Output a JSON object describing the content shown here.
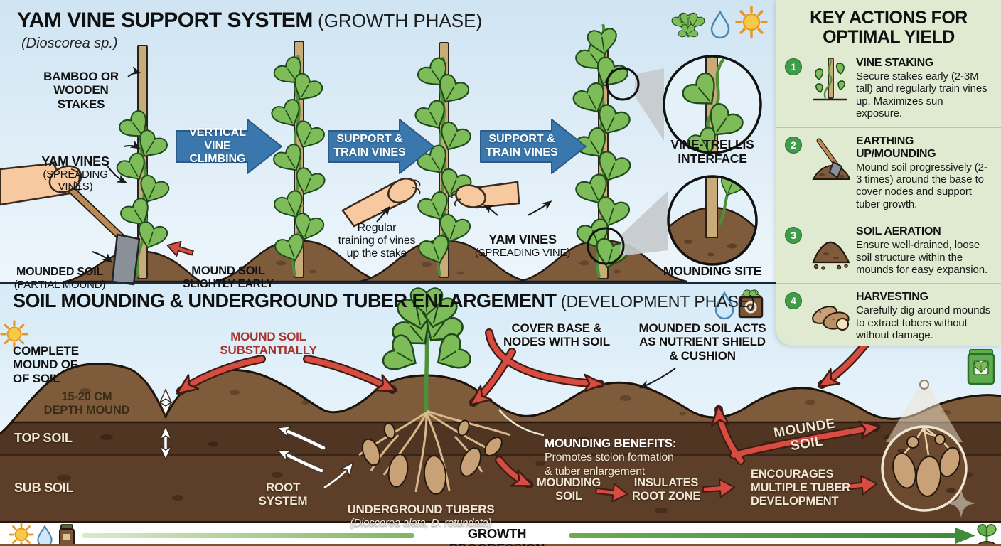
{
  "top": {
    "title": "YAM VINE SUPPORT SYSTEM",
    "phase": " (GROWTH PHASE)",
    "species": "(Dioscorea sp.)",
    "stakes_label": "BAMBOO OR\nWOODEN STAKES",
    "vines_label": "YAM VINES",
    "vines_sub": "(SPREADING VINES)",
    "mounded_soil": "MOUNDED SOIL",
    "mounded_soil_sub": "(PARTIAL MOUND)",
    "mound_early": "MOUND SOIL",
    "mound_early2": "SLIGHTLY EARLY",
    "arrow1": "VERTICAL VINE\nCLIMBING",
    "arrow2": "SUPPORT &\nTRAIN VINES",
    "arrow3": "SUPPORT &\nTRAIN VINES",
    "training_note": "Regular\ntraining of vines\nup the stake",
    "vines2_label": "YAM VINES",
    "vines2_sub": "(SPREADING VINE)",
    "trellis_label": "VINE-TRELLIS\nINTERFACE",
    "mounding_site": "MOUNDING SITE"
  },
  "sidebar": {
    "title": "KEY ACTIONS FOR\nOPTIMAL YIELD",
    "items": [
      {
        "num": "1",
        "heading": "VINE STAKING",
        "body": "Secure stakes early (2-3M tall) and regularly train vines up. Maximizes sun exposure.",
        "icon": "stake-vine-icon"
      },
      {
        "num": "2",
        "heading": "EARTHING UP/MOUNDING",
        "body": "Mound soil progressively (2-3 times) around the base to cover nodes and support tuber growth.",
        "icon": "hoe-mound-icon"
      },
      {
        "num": "3",
        "heading": "SOIL AERATION",
        "body": "Ensure well-drained, loose soil structure within the mounds for easy expansion.",
        "icon": "soil-pile-icon"
      },
      {
        "num": "4",
        "heading": "HARVESTING",
        "body": "Carefully dig around mounds to extract tubers without without damage.",
        "icon": "tubers-icon"
      }
    ]
  },
  "bottom": {
    "title": "SOIL MOUNDING & UNDERGROUND TUBER ENLARGEMENT",
    "phase": " (DEVELOPMENT PHASE)",
    "complete_mound": "COMPLETE\nMOUND OF\nOF SOIL",
    "depth": "15-20 CM\nDEPTH MOUND",
    "top_soil": "TOP SOIL",
    "sub_soil": "SUB SOIL",
    "mound_substantially": "MOUND SOIL\nSUBSTANTIALLY",
    "cover_base": "COVER BASE &\nNODES WITH SOIL",
    "nutrient_shield": "MOUNDED SOIL ACTS\nAS NUTRIENT SHIELD\n& CUSHION",
    "benefits_title": "MOUNDING BENEFITS:",
    "benefits_body": "Promotes stolon formation\n& tuber enlargement",
    "root_system": "ROOT SYSTEM",
    "tubers": "UNDERGROUND TUBERS",
    "tubers_sub": "(Dioscorea alata, D. rotundata)",
    "mounding_soil": "MOUNDING\nSOIL",
    "insulates": "INSULATES\nROOT ZONE",
    "encourages": "ENCOURAGES\nMULTIPLE TUBER\nDEVELOPMENT",
    "mounde_soil": "MOUNDE SOIL"
  },
  "footer": {
    "label": "GROWTH PROGRESSION"
  },
  "icons": {
    "top_right": [
      "plant-icon",
      "water-drop-icon",
      "sun-icon"
    ],
    "bottom_title": [
      "water-drop-icon",
      "compost-bag-icon"
    ],
    "right_edge": "fertilizer-bag-icon",
    "footer_left": [
      "sun-icon",
      "water-drop-icon",
      "soil-jar-icon"
    ],
    "footer_right": "seedling-icon"
  },
  "colors": {
    "accent_blue": "#3a77ad",
    "accent_red": "#d84b40",
    "accent_darkred": "#a6322b",
    "sidebar_green": "#dfead0",
    "badge_green": "#3f9d4a",
    "soil_mound": "#7e5b3b",
    "soil_top": "#4f3522",
    "soil_sub": "#5d3f29",
    "cream_text": "#f2e8d5"
  }
}
